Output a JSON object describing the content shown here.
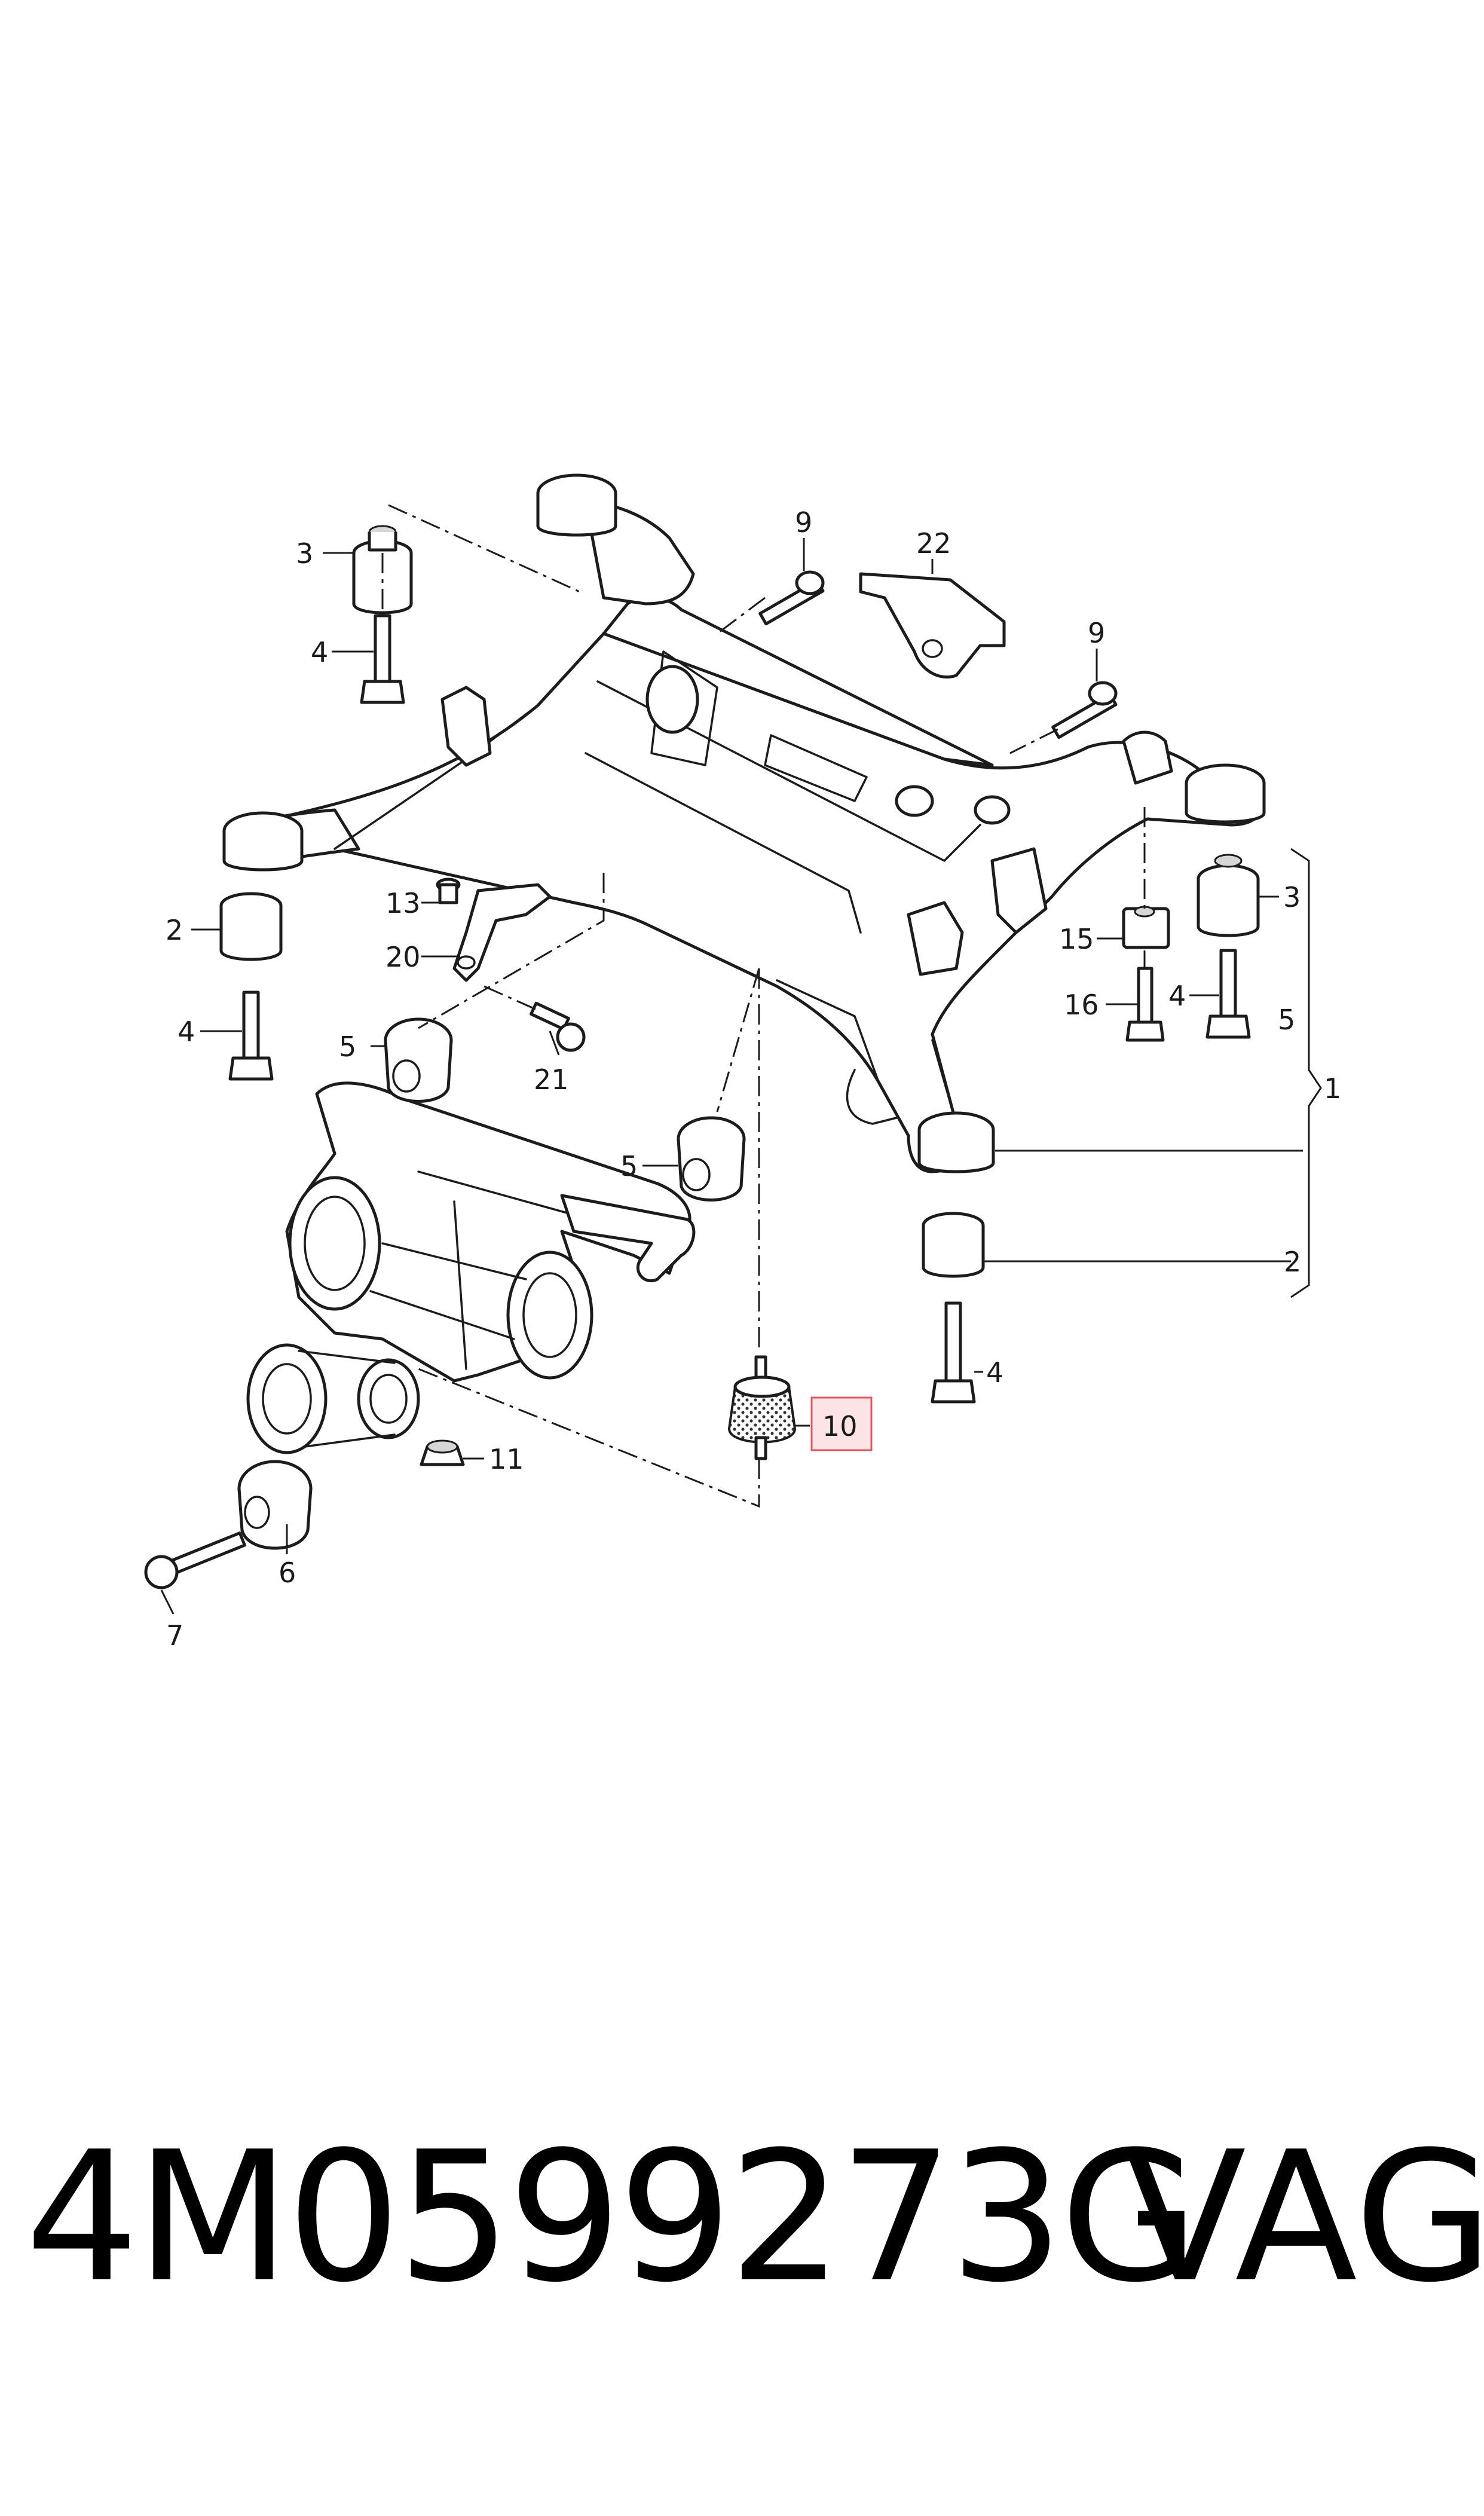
{
  "callouts": {
    "c1": "1",
    "c2a": "2",
    "c2b": "2",
    "c3a": "3",
    "c3b": "3",
    "c4a": "4",
    "c4b": "4",
    "c4c": "4",
    "c4d": "4",
    "c5a": "5",
    "c5b": "5",
    "c5c": "5",
    "c6": "6",
    "c7": "7",
    "c9a": "9",
    "c9b": "9",
    "c10": "10",
    "c11": "11",
    "c13": "13",
    "c15": "15",
    "c16": "16",
    "c20": "20",
    "c21": "21",
    "c22": "22"
  },
  "highlighted_callout": "10",
  "colors": {
    "highlight_fill": "#fbe3e6",
    "highlight_stroke": "#e05564"
  },
  "footer": {
    "part_number": "4M0599273G",
    "brand": "VAG"
  }
}
